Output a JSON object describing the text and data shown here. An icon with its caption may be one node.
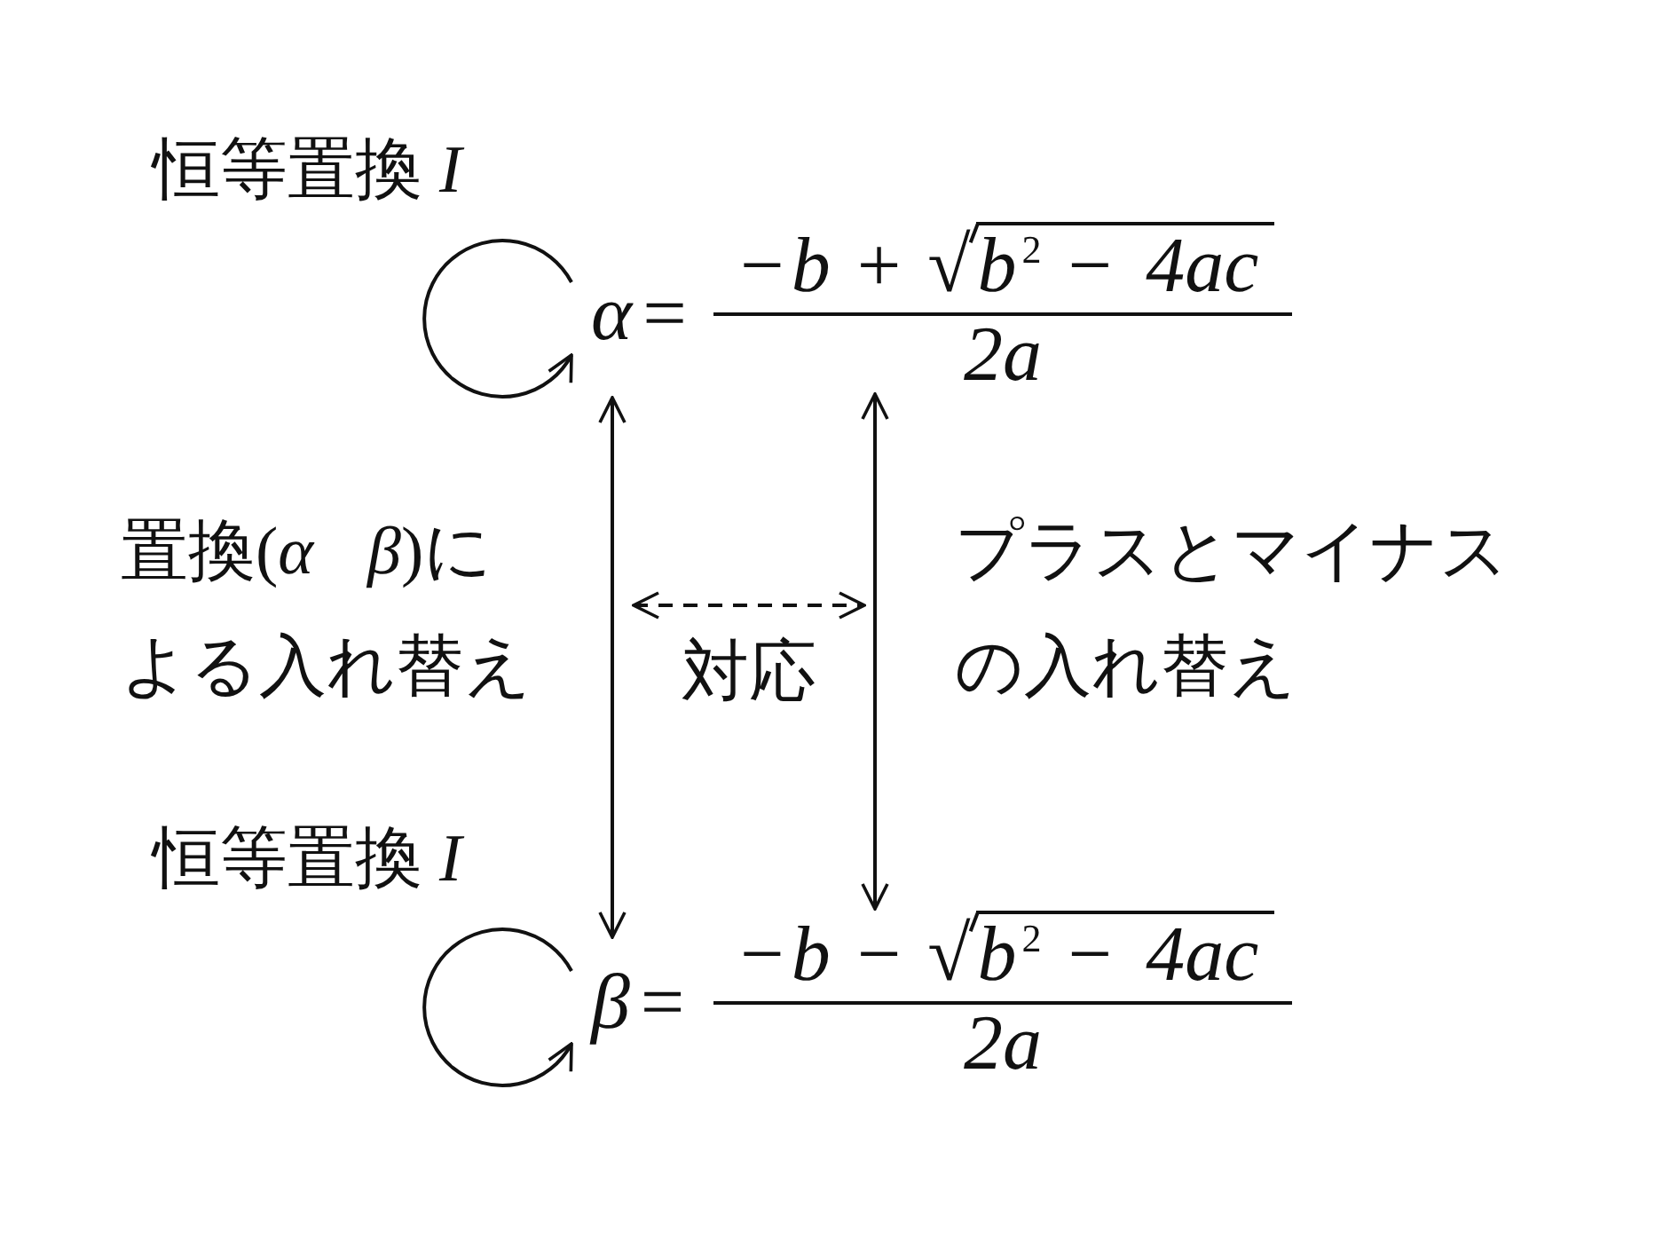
{
  "diagram": {
    "nodes": [
      {
        "text": [
          "*α*="
        ]
      },
      {
        "text": [
          "−*b* + √*b*$^{2}$ − *4ac*",
          "2a"
        ]
      },
      {
        "text": [
          "*β*="
        ]
      },
      {
        "text": [
          "−*b* − √*b*$^{2}$ − *4ac*",
          "2a"
        ]
      }
    ],
    "edges": [
      {
        "from": 0,
        "to": 0,
        "arrow": "to",
        "label": "恒等置換 *I*"
      },
      {
        "from": 0,
        "to": 2,
        "arrow": "both",
        "label": "置換(*α* *β*)による入れ替え"
      },
      {
        "from": 1,
        "to": 3,
        "arrow": "both",
        "label": "プラスとマイナスの入れ替え"
      },
      {
        "from": 2,
        "to": 2,
        "arrow": "to",
        "label": "恒等置換 *I*"
      }
    ],
    "labels": [
      "対応"
    ]
  }
}
